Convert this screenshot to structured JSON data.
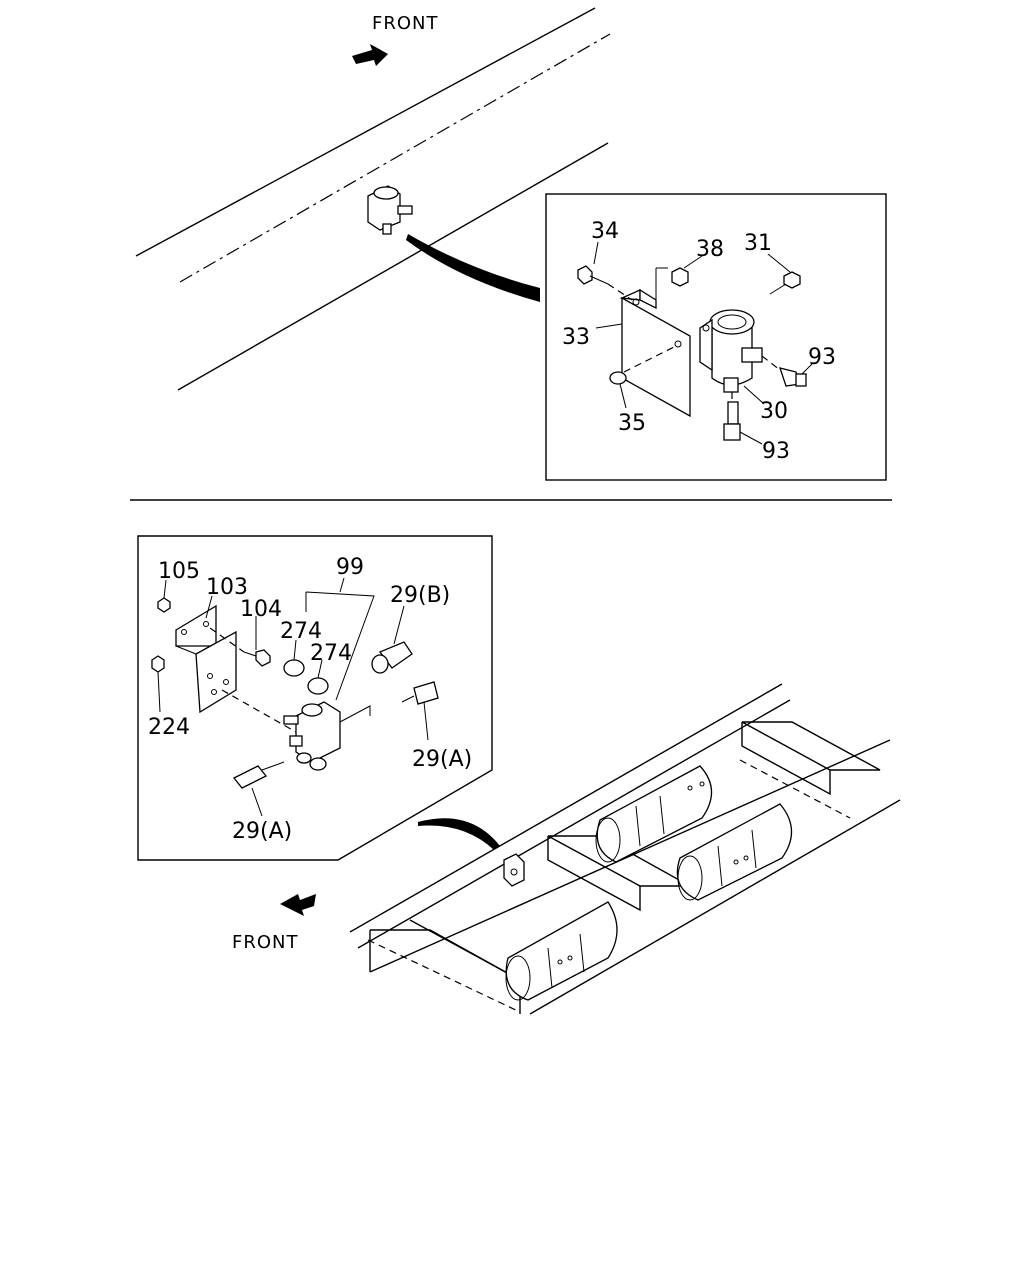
{
  "top_view": {
    "front_label": "FRONT",
    "callouts": {
      "p34": "34",
      "p38": "38",
      "p31": "31",
      "p33": "33",
      "p93a": "93",
      "p30": "30",
      "p35": "35",
      "p93b": "93"
    }
  },
  "bottom_view": {
    "front_label": "FRONT",
    "callouts": {
      "p105": "105",
      "p103": "103",
      "p99": "99",
      "p29b": "29(B)",
      "p104": "104",
      "p274a": "274",
      "p274b": "274",
      "p224": "224",
      "p29a1": "29(A)",
      "p29a2": "29(A)"
    }
  }
}
